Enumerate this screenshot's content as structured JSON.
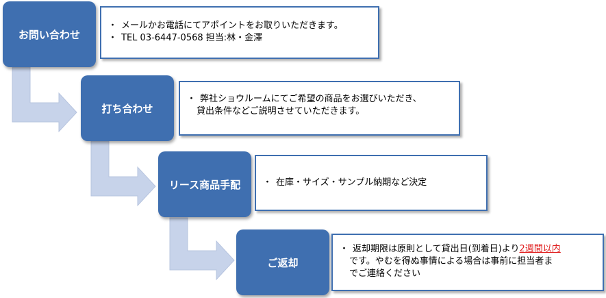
{
  "steps": [
    {
      "title": "お問い合わせ",
      "lines": [
        "メールかお電話にてアポイントをお取りいただきます。",
        "TEL 03-6447-0568 担当:林・金澤"
      ]
    },
    {
      "title": "打ち合わせ",
      "lines": [
        "弊社ショウルームにてご希望の商品をお選びいただき、",
        "貸出条件などご説明させていただきます。"
      ]
    },
    {
      "title": "リース商品手配",
      "lines": [
        "在庫・サイズ・サンプル納期など決定"
      ]
    },
    {
      "title": "ご返却",
      "line1_before": "返却期限は原則として貸出日(到着日)より",
      "line1_link": "2週間以内",
      "line2": "です。やむを得ぬ事情による場合は事前に担当者ま",
      "line3": "でご連絡ください"
    }
  ],
  "bullet": "・",
  "colors": {
    "step_box": "#3f6fb0",
    "arrow": "#c7d3ea",
    "border": "#3f6fb0",
    "link": "#e02020"
  }
}
